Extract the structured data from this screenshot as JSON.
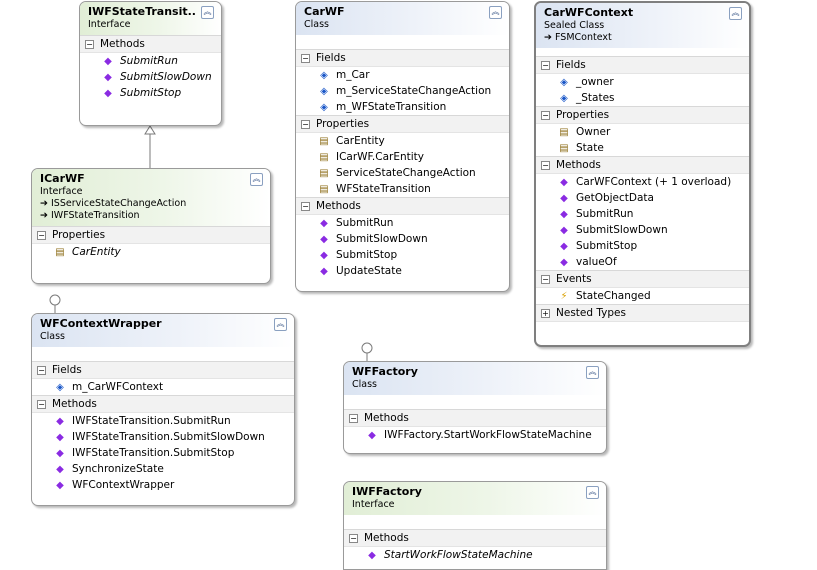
{
  "shapes": {
    "iwfstatetransition": {
      "name": "IWFStateTransit...",
      "kind": "Interface",
      "sections": [
        {
          "title": "Methods",
          "items": [
            "SubmitRun",
            "SubmitSlowDown",
            "SubmitStop"
          ]
        }
      ]
    },
    "icarwf": {
      "name": "ICarWF",
      "kind": "Interface",
      "bases": [
        "ISServiceStateChangeAction",
        "IWFStateTransition"
      ],
      "sections": [
        {
          "title": "Properties",
          "items": [
            "CarEntity"
          ]
        }
      ]
    },
    "carwf": {
      "name": "CarWF",
      "kind": "Class",
      "sections": [
        {
          "title": "Fields",
          "items": [
            "m_Car",
            "m_ServiceStateChangeAction",
            "m_WFStateTransition"
          ]
        },
        {
          "title": "Properties",
          "items": [
            "CarEntity",
            "ICarWF.CarEntity",
            "ServiceStateChangeAction",
            "WFStateTransition"
          ]
        },
        {
          "title": "Methods",
          "items": [
            "SubmitRun",
            "SubmitSlowDown",
            "SubmitStop",
            "UpdateState"
          ]
        }
      ]
    },
    "carwfcontext": {
      "name": "CarWFContext",
      "kind": "Sealed Class",
      "bases": [
        "FSMContext"
      ],
      "sections": [
        {
          "title": "Fields",
          "items": [
            "_owner",
            "_States"
          ]
        },
        {
          "title": "Properties",
          "items": [
            "Owner",
            "State"
          ]
        },
        {
          "title": "Methods",
          "items": [
            "CarWFContext (+ 1 overload)",
            "GetObjectData",
            "SubmitRun",
            "SubmitSlowDown",
            "SubmitStop",
            "valueOf"
          ]
        },
        {
          "title": "Events",
          "items": [
            "StateChanged"
          ]
        },
        {
          "title": "Nested Types",
          "items": []
        }
      ]
    },
    "wfcontextwrapper": {
      "name": "WFContextWrapper",
      "kind": "Class",
      "sections": [
        {
          "title": "Fields",
          "items": [
            "m_CarWFContext"
          ]
        },
        {
          "title": "Methods",
          "items": [
            "IWFStateTransition.SubmitRun",
            "IWFStateTransition.SubmitSlowDown",
            "IWFStateTransition.SubmitStop",
            "SynchronizeState",
            "WFContextWrapper"
          ]
        }
      ]
    },
    "wffactory": {
      "name": "WFFactory",
      "kind": "Class",
      "sections": [
        {
          "title": "Methods",
          "items": [
            "IWFFactory.StartWorkFlowStateMachine"
          ]
        }
      ]
    },
    "iwffactory": {
      "name": "IWFFactory",
      "kind": "Interface",
      "sections": [
        {
          "title": "Methods",
          "items": [
            "StartWorkFlowStateMachine"
          ]
        }
      ]
    }
  },
  "icons": {
    "collapse": "double-chevron-up-icon",
    "expand_section": "plus-box-icon",
    "collapse_section": "minus-box-icon",
    "method": "method-icon",
    "field": "field-icon",
    "property": "property-icon",
    "event": "event-lightning-icon",
    "inherit_arrow": "inheritance-arrow-icon"
  },
  "colors": {
    "class_header": "#dbe4f2",
    "interface_header": "#e1eed6",
    "border": "#9a9a9a",
    "method_icon": "#8a2be2",
    "field_icon": "#1a57c8"
  }
}
